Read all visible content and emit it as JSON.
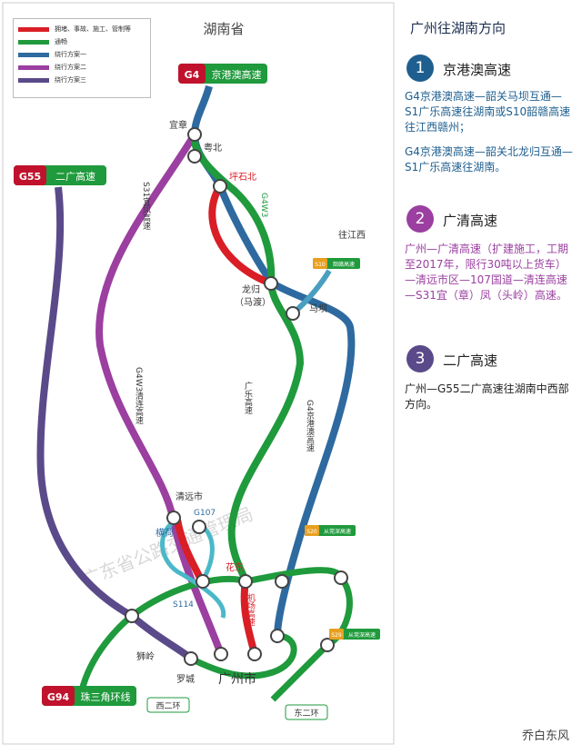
{
  "map": {
    "province_label": "湖南省",
    "legend": [
      {
        "label": "拥堵、事故、施工、管制等",
        "color": "#d91e26"
      },
      {
        "label": "通畅",
        "color": "#1f9a3c"
      },
      {
        "label": "绕行方案一",
        "color": "#2e6aa0"
      },
      {
        "label": "绕行方案二",
        "color": "#9b3fa0"
      },
      {
        "label": "绕行方案三",
        "color": "#5a4a8a"
      }
    ],
    "badges": [
      {
        "code": "G4",
        "name": "京港澳高速"
      },
      {
        "code": "G55",
        "name": "二广高速"
      },
      {
        "code": "G94",
        "name": "珠三角环线"
      }
    ],
    "small_badges": [
      {
        "code": "S10",
        "name": "韶赣高速"
      },
      {
        "code": "S20",
        "name": "从莞深高速"
      },
      {
        "code": "S29",
        "name": "从莞深高速"
      }
    ],
    "places": {
      "yizhang": "宜章",
      "yuebei": "粤北",
      "pingshibei": "坪石北",
      "wangjiangxi": "往江西",
      "longgui": "龙归",
      "madu": "（马渡）",
      "maba": "马坝",
      "qingyuan": "清远市",
      "banghe": "横荷",
      "huadong": "花东",
      "shiling": "狮岭",
      "luocheng": "罗城",
      "guangzhou": "广州市",
      "xierhuan": "西二环",
      "dongerhuan": "东二环",
      "jichang": "机场高速"
    },
    "road_labels": {
      "s31": "S31宜凤高速",
      "g4w3a": "G4W3",
      "g4w3b": "G4W3清连高速",
      "guangle": "广乐高速",
      "g4": "G4京港澳高速",
      "g107": "G107",
      "s114": "S114"
    },
    "watermark": "广东省公路交通管理局"
  },
  "side": {
    "title": "广州往湖南方向",
    "sections": [
      {
        "number": "1",
        "color": "#1f5f8f",
        "title": "京港澳高速",
        "paragraphs": [
          "G4京港澳高速—韶关马坝互通—S1广乐高速往湖南或S10韶赣高速往江西赣州；",
          "G4京港澳高速—韶关北龙归互通—S1广乐高速往湖南。"
        ],
        "text_color": "#1f5f8f"
      },
      {
        "number": "2",
        "color": "#9b3fa0",
        "title": "广清高速",
        "paragraphs": [
          "广州—广清高速（扩建施工，工期至2017年，限行30吨以上货车）—清远市区—107国道—清连高速—S31宜（章）凤（头岭）高速。"
        ],
        "text_color": "#9b3fa0"
      },
      {
        "number": "3",
        "color": "#5a4a8a",
        "title": "二广高速",
        "paragraphs": [
          "广州—G55二广高速往湖南中西部方向。"
        ],
        "text_color": "#222222"
      }
    ],
    "watermark": "乔白东风"
  }
}
